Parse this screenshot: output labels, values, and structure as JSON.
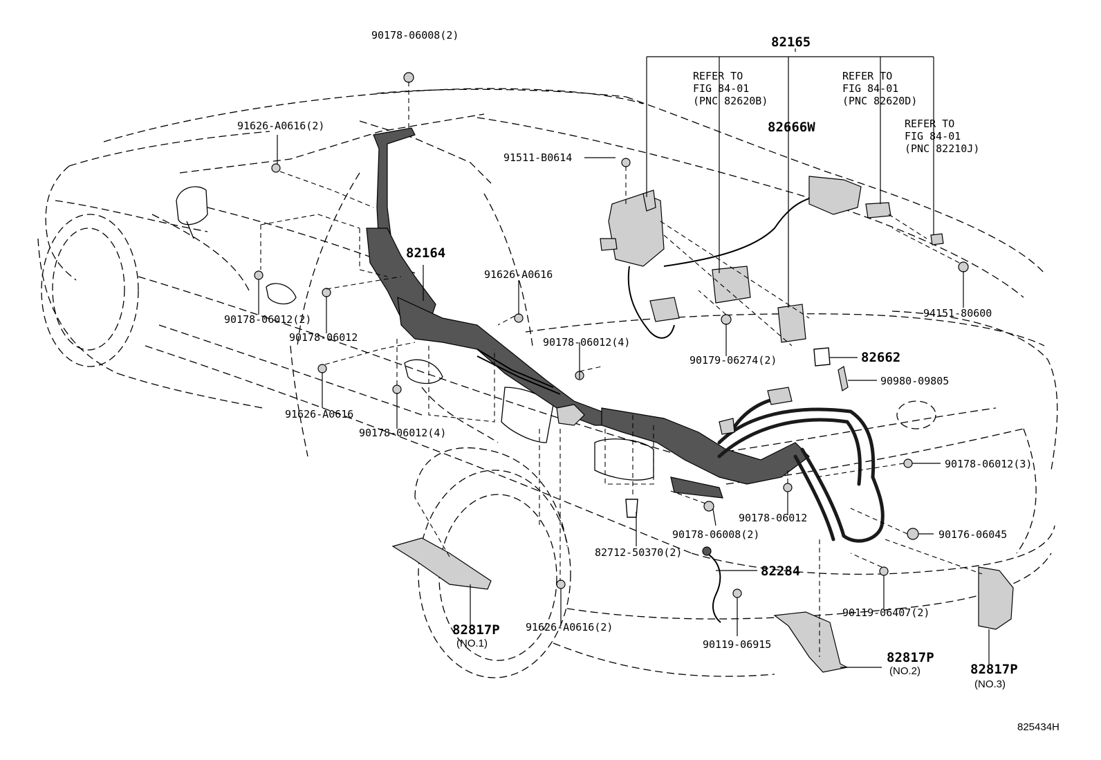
{
  "labels": {
    "top_center_clip": "90178-06008(2)",
    "assembly_82165": "82165",
    "refer_1_line1": "REFER TO",
    "refer_1_line2": "FIG 84-01",
    "refer_1_line3": "(PNC 82620B)",
    "refer_2_line1": "REFER TO",
    "refer_2_line2": "FIG 84-01",
    "refer_2_line3": "(PNC 82620D)",
    "refer_3_line1": "REFER TO",
    "refer_3_line2": "FIG 84-01",
    "refer_3_line3": "(PNC 82210J)",
    "relay_82666w": "82666W",
    "bolt_91626_2_top": "91626-A0616(2)",
    "bolt_91511": "91511-B0614",
    "harness_82164": "82164",
    "bolt_91626_mid": "91626-A0616",
    "clip_90178_2": "90178-06012(2)",
    "clip_90178_single_left": "90178-06012",
    "bolt_91626_left": "91626-A0616",
    "clip_90178_4_left": "90178-06012(4)",
    "clip_90178_4_center": "90178-06012(4)",
    "nut_90179": "90179-06274(2)",
    "nut_94151": "94151-80600",
    "box_82662": "82662",
    "bracket_90980": "90980-09805",
    "clip_90178_3": "90178-06012(3)",
    "clip_90178_single_right": "90178-06012",
    "nut_90176": "90176-06045",
    "clip_90178_06008_2": "90178-06008(2)",
    "grommet_82712": "82712-50370(2)",
    "wire_82284": "82284",
    "bolt_90119_06407": "90119-06407(2)",
    "bolt_91626_2_bottom": "91626-A0616(2)",
    "bolt_90119_06915": "90119-06915",
    "cover_82817p_1": "82817P",
    "cover_82817p_1_no": "(NO.1)",
    "cover_82817p_2": "82817P",
    "cover_82817p_2_no": "(NO.2)",
    "cover_82817p_3": "82817P",
    "cover_82817p_3_no": "(NO.3)",
    "figure_code": "825434H"
  }
}
